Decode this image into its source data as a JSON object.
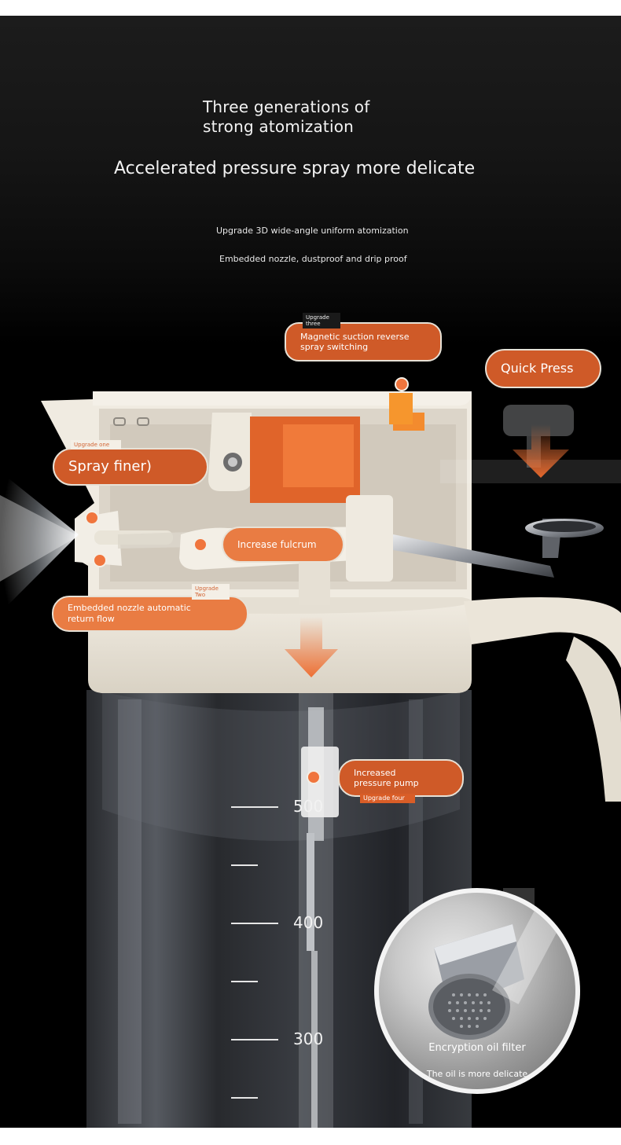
{
  "header": {
    "title_line1": "Three generations of",
    "title_line2": "strong atomization",
    "subtitle": "Accelerated pressure spray more delicate",
    "feature1": "Upgrade 3D wide-angle uniform atomization",
    "feature2": "Embedded nozzle, dustproof and drip proof"
  },
  "callouts": {
    "magnetic": {
      "tag": "Upgrade three",
      "text": "Magnetic suction reverse spray switching"
    },
    "quick_press": {
      "text": "Quick Press"
    },
    "spray_finer": {
      "tag": "Upgrade one",
      "text": "Spray finer)"
    },
    "fulcrum": {
      "text": "Increase fulcrum"
    },
    "nozzle": {
      "tag": "Upgrade Two",
      "text": "Embedded nozzle automatic return flow"
    },
    "pump": {
      "tag": "Upgrade four",
      "text": "Increased pressure pump"
    }
  },
  "scale_marks": {
    "m500": "500",
    "m400": "400",
    "m300": "300"
  },
  "filter_inset": {
    "title": "Encryption oil filter",
    "caption": "The oil is more delicate"
  },
  "colors": {
    "accent_orange": "#cf5a28",
    "light_orange": "#e97c43",
    "cap_cream": "#efe9de",
    "background": "#000000"
  }
}
